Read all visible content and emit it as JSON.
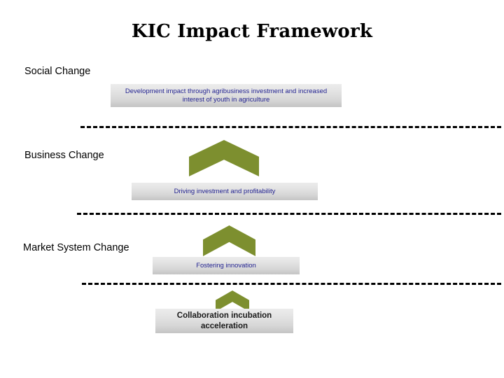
{
  "slide": {
    "title": "KIC Impact Framework",
    "background_color": "#ffffff",
    "accent_color": "#7d8f2f",
    "box_text_color": "#1f1f8f",
    "bottom_box_text_color": "#1a1a1a"
  },
  "tiers": [
    {
      "label": "Social Change"
    },
    {
      "label": "Business Change"
    },
    {
      "label": "Market System Change"
    }
  ],
  "boxes": [
    {
      "id": "social-outcome",
      "text": "Development  impact through agribusiness investment and increased interest of youth in agriculture"
    },
    {
      "id": "business-outcome",
      "text": "Driving investment and profitability"
    },
    {
      "id": "market-outcome",
      "text": "Fostering innovation"
    },
    {
      "id": "foundation",
      "text": "Collaboration incubation\nacceleration"
    }
  ],
  "arrows": [
    {
      "id": "arrow-market-to-business",
      "name": "up-chevron"
    },
    {
      "id": "arrow-foundation-to-market",
      "name": "up-chevron"
    },
    {
      "id": "arrow-base",
      "name": "up-chevron"
    }
  ],
  "dividers": [
    {
      "id": "divider-social"
    },
    {
      "id": "divider-business"
    },
    {
      "id": "divider-market"
    }
  ]
}
